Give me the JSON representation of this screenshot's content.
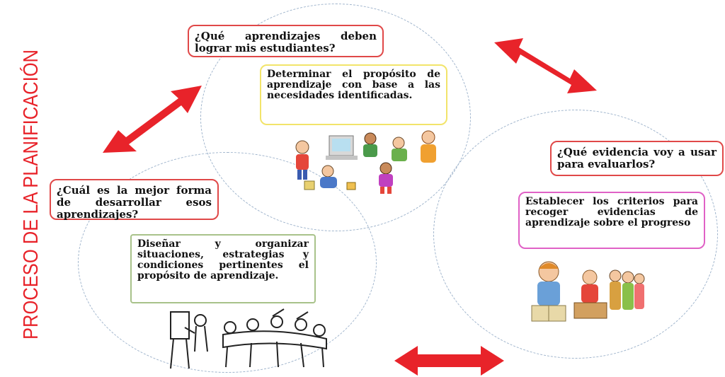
{
  "title": "PROCESO DE LA PLANIFICACIÓN",
  "colors": {
    "title": "#e8232a",
    "arrow": "#e8232a",
    "question_border": "#e04848",
    "circle_border": "#9fb4cc"
  },
  "stages": [
    {
      "question": "¿Qué aprendizajes deben lograr mis estudiantes?",
      "description": "Determinar el propósito de aprendizaje con base a las necesidades identificadas.",
      "description_border": "#f2e46a",
      "illustration": "children-learning-illustration"
    },
    {
      "question": "¿Qué evidencia voy a usar para evaluarlos?",
      "description": "Establecer los criterios para recoger evidencias de aprendizaje sobre el progreso",
      "description_border": "#e061c6",
      "illustration": "teacher-and-students-illustration"
    },
    {
      "question": "¿Cuál es la mejor forma de desarrollar esos aprendizajes?",
      "description": "Diseñar y organizar situaciones, estrategias y condiciones pertinentes el propósito de aprendizaje.",
      "description_border": "#a8c28a",
      "illustration": "classroom-group-illustration"
    }
  ],
  "arrows": [
    "double-arrow-icon",
    "double-arrow-icon",
    "double-arrow-icon"
  ]
}
